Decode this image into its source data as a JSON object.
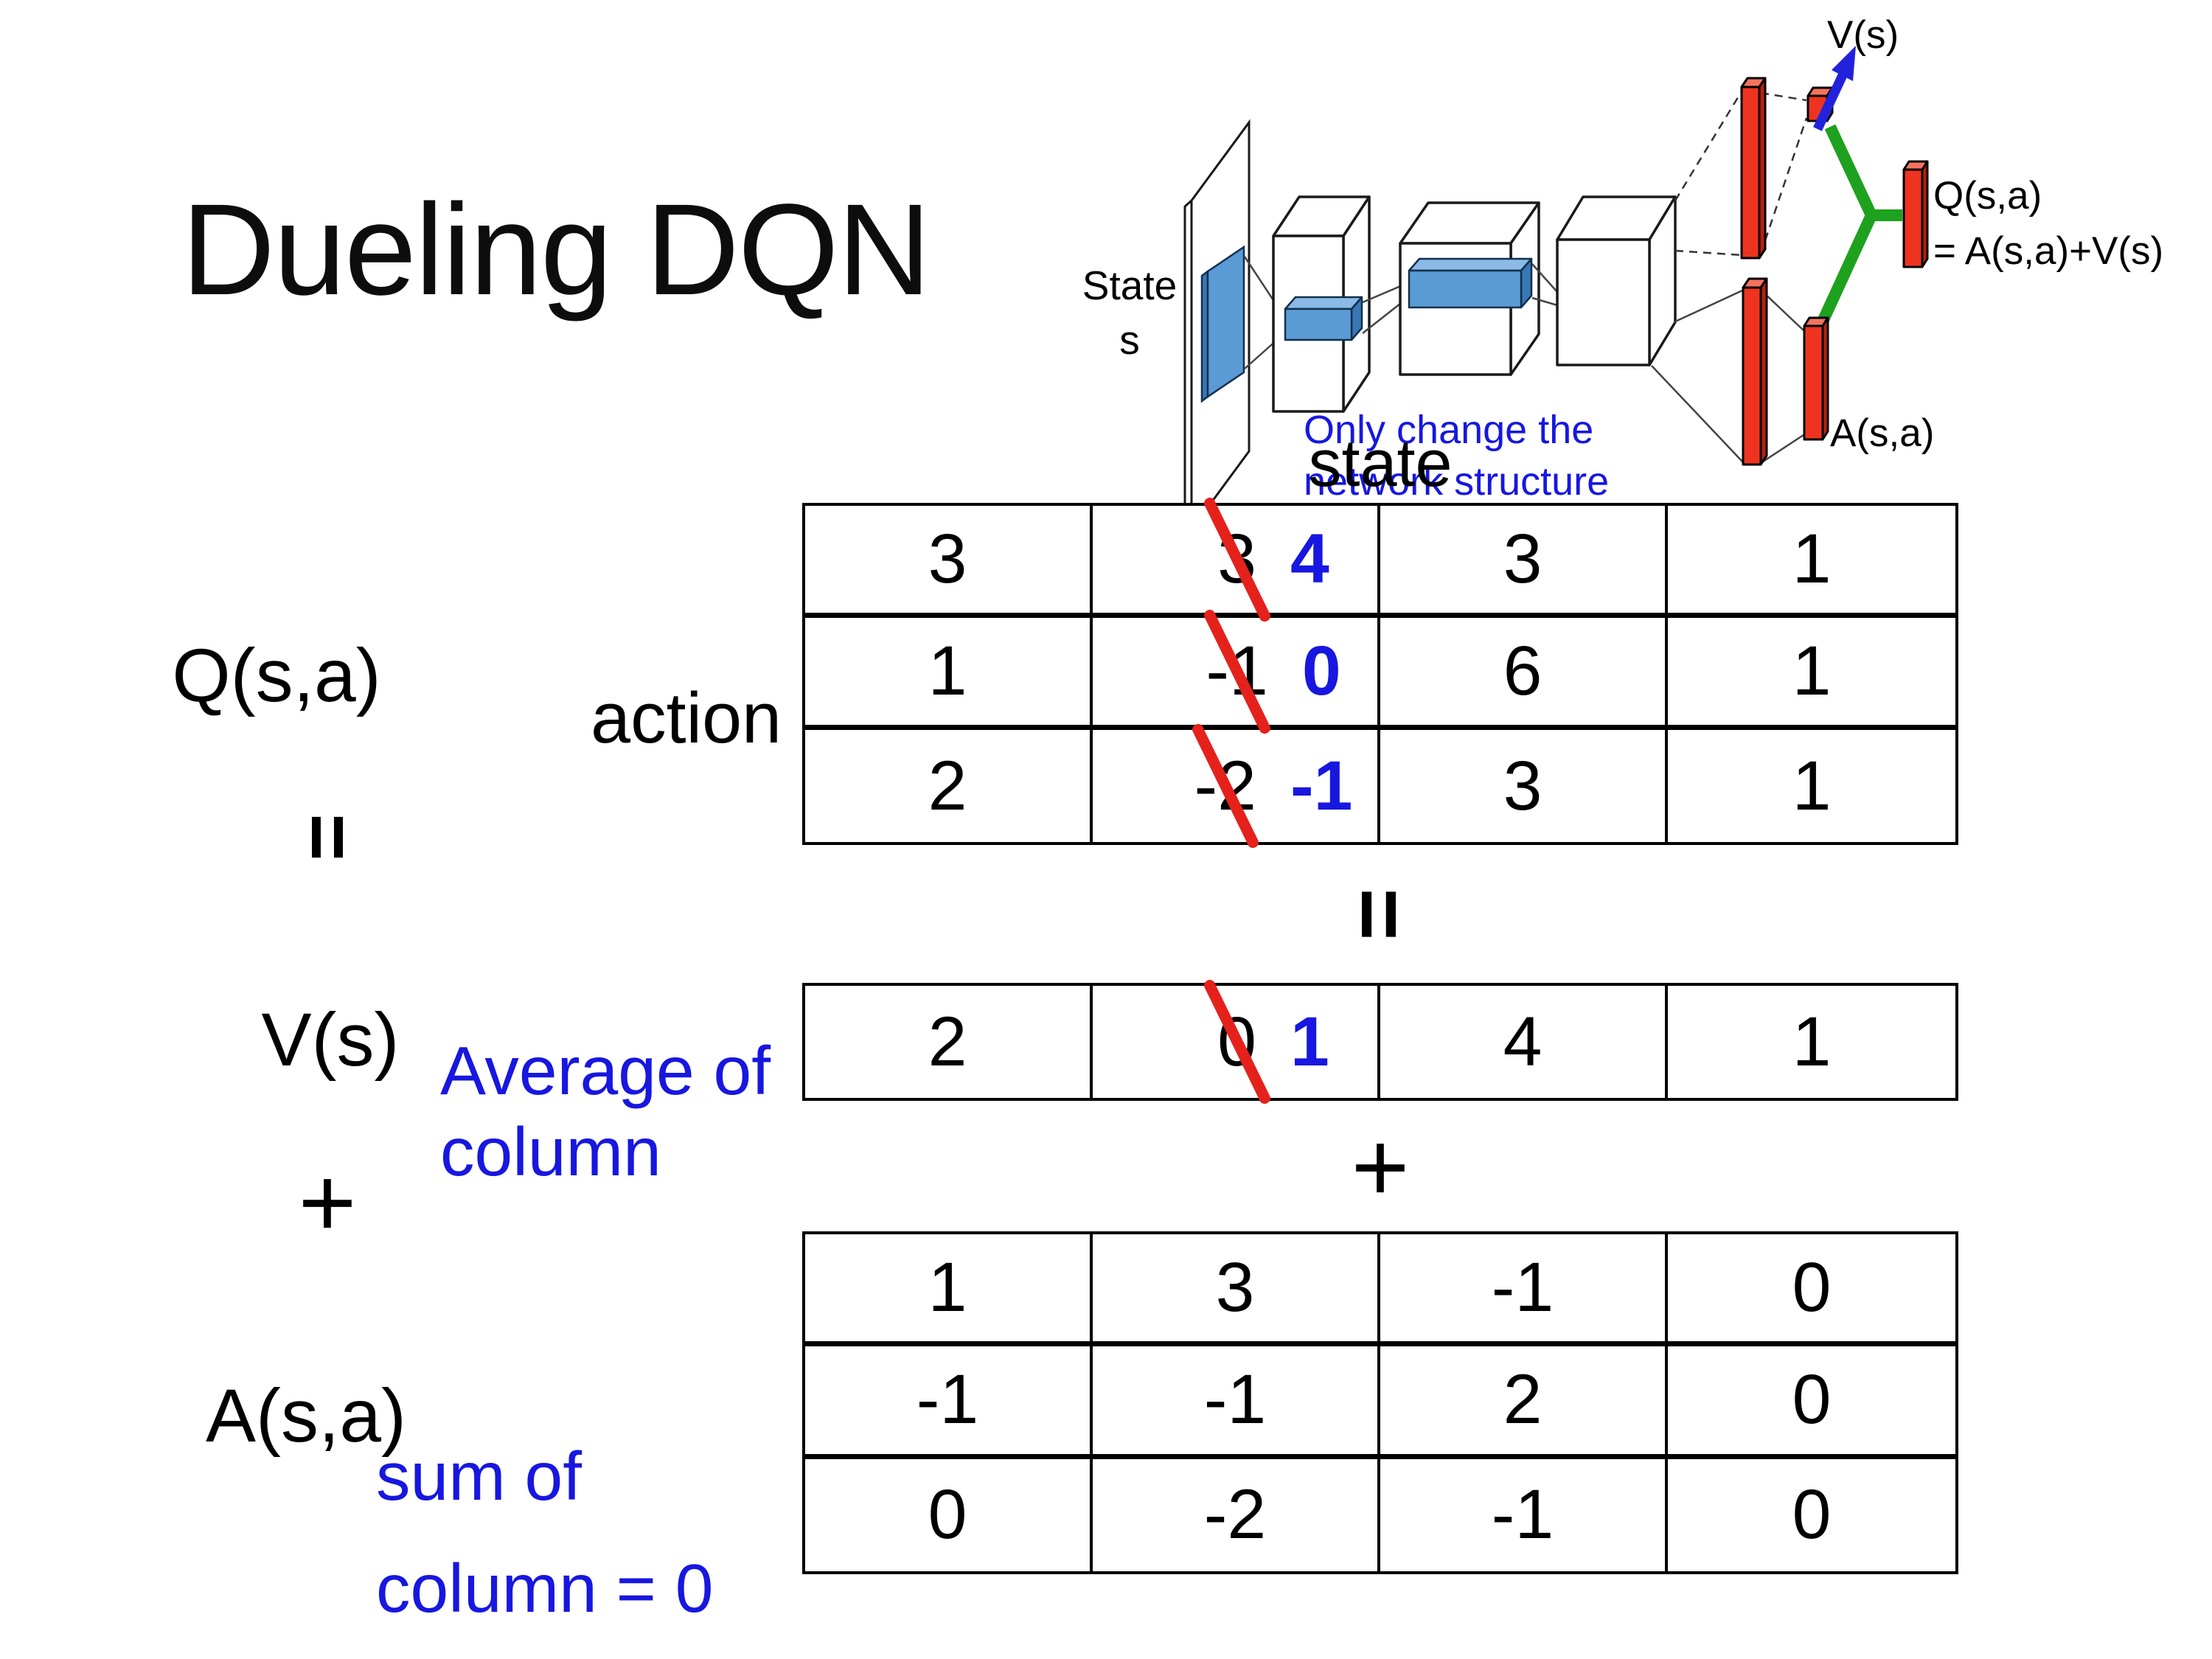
{
  "slide": {
    "title": "Dueling DQN"
  },
  "colors": {
    "note_blue": "#1717e0",
    "corrected_blue": "#1717e0",
    "strike_red": "#e5211c",
    "bar_red": "#ee3420",
    "connector_green": "#1ea11e",
    "slab_blue": "#5b9bd5",
    "arrow_blue": "#2222dd"
  },
  "network_diagram": {
    "input_label_line1": "State",
    "input_label_line2": "s",
    "note_line1": "Only change the",
    "note_line2": "network structure",
    "value_output_label": "V(s)",
    "advantage_output_label": "A(s,a)",
    "q_output_line1": "Q(s,a)",
    "q_output_line2": "= A(s,a)+V(s)"
  },
  "decomposition": {
    "state_axis_label": "state",
    "action_axis_label": "action",
    "q_matrix_label": "Q(s,a)",
    "v_matrix_label": "V(s)",
    "a_matrix_label": "A(s,a)",
    "left_equals": "=",
    "left_plus": "+",
    "center_equals": "=",
    "center_plus": "+",
    "v_note_line1": "Average of",
    "v_note_line2": "column",
    "a_note_line1": "sum of",
    "a_note_line2": "column = 0"
  },
  "q_table": {
    "rows": [
      [
        {
          "value": "3"
        },
        {
          "old": "3",
          "new": "4"
        },
        {
          "value": "3"
        },
        {
          "value": "1"
        }
      ],
      [
        {
          "value": "1"
        },
        {
          "old": "-1",
          "new": "0"
        },
        {
          "value": "6"
        },
        {
          "value": "1"
        }
      ],
      [
        {
          "value": "2"
        },
        {
          "old": "-2",
          "new": "-1"
        },
        {
          "value": "3"
        },
        {
          "value": "1"
        }
      ]
    ]
  },
  "v_table": {
    "rows": [
      [
        {
          "value": "2"
        },
        {
          "old": "0",
          "new": "1"
        },
        {
          "value": "4"
        },
        {
          "value": "1"
        }
      ]
    ]
  },
  "a_table": {
    "rows": [
      [
        {
          "value": "1"
        },
        {
          "value": "3"
        },
        {
          "value": "-1"
        },
        {
          "value": "0"
        }
      ],
      [
        {
          "value": "-1"
        },
        {
          "value": "-1"
        },
        {
          "value": "2"
        },
        {
          "value": "0"
        }
      ],
      [
        {
          "value": "0"
        },
        {
          "value": "-2"
        },
        {
          "value": "-1"
        },
        {
          "value": "0"
        }
      ]
    ]
  }
}
